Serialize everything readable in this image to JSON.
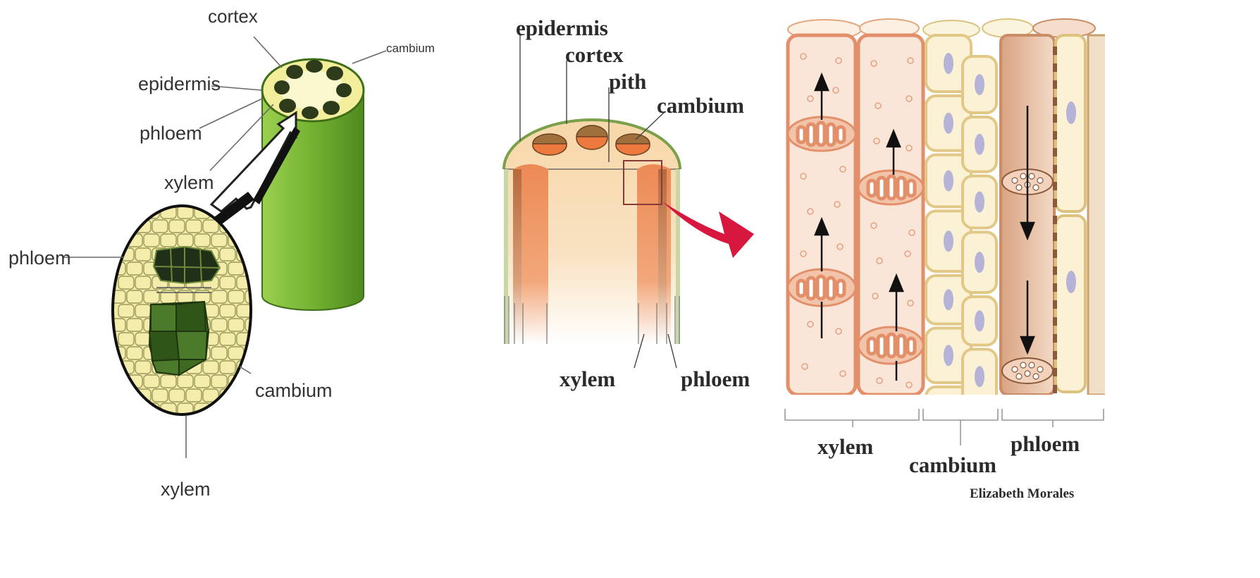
{
  "panel_left": {
    "labels": {
      "cortex": "cortex",
      "cambium_top": "cambium",
      "epidermis": "epidermis",
      "phloem_top": "phloem",
      "xylem_top": "xylem",
      "phloem_side": "phloem",
      "cambium_bottom": "cambium",
      "xylem_bottom": "xylem"
    },
    "colors": {
      "stem": "#7cb83a",
      "stem_dark": "#4f8a1f",
      "cross_section": "#f3ee9c",
      "bundle": "#2d3b1a",
      "cell_fill": "#f2eaa5"
    }
  },
  "panel_middle": {
    "labels": {
      "epidermis": "epidermis",
      "cortex": "cortex",
      "pith": "pith",
      "cambium": "cambium",
      "xylem": "xylem",
      "phloem": "phloem"
    },
    "colors": {
      "tissue": "#f7d7a8",
      "strand": "#ec8a56",
      "strand_dark": "#b76a3c",
      "arrow": "#d8173f"
    }
  },
  "panel_right": {
    "labels": {
      "xylem": "xylem",
      "cambium": "cambium",
      "phloem": "phloem"
    },
    "credit": "Elizabeth Morales",
    "colors": {
      "xylem_wall": "#e5916a",
      "xylem_fill": "#f9e3d6",
      "cambium_wall": "#e2c886",
      "cambium_fill": "#fbf2d5",
      "nucleus": "#b5b3d8",
      "phloem_wall": "#bf7a55"
    }
  }
}
